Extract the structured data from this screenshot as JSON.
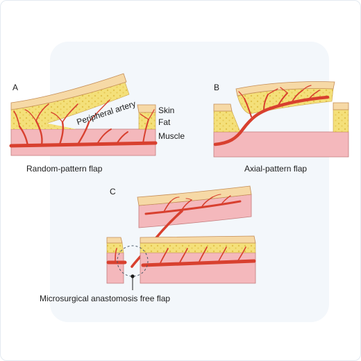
{
  "panels": {
    "a": {
      "letter": "A",
      "caption": "Random-pattern flap",
      "artery_label": "Peripheral artery"
    },
    "b": {
      "letter": "B",
      "caption": "Axial-pattern flap"
    },
    "c": {
      "letter": "C",
      "caption": "Microsurgical anastomosis free flap"
    }
  },
  "layers": {
    "skin": "Skin",
    "fat": "Fat",
    "muscle": "Muscle"
  },
  "colors": {
    "skin": "#f6d9a6",
    "fat": "#f4e07a",
    "muscle": "#f4b8bc",
    "artery": "#d8402f",
    "artery_dark": "#a8281e",
    "outline": "#7a3a2a",
    "backdrop": "#f3f7fb"
  }
}
